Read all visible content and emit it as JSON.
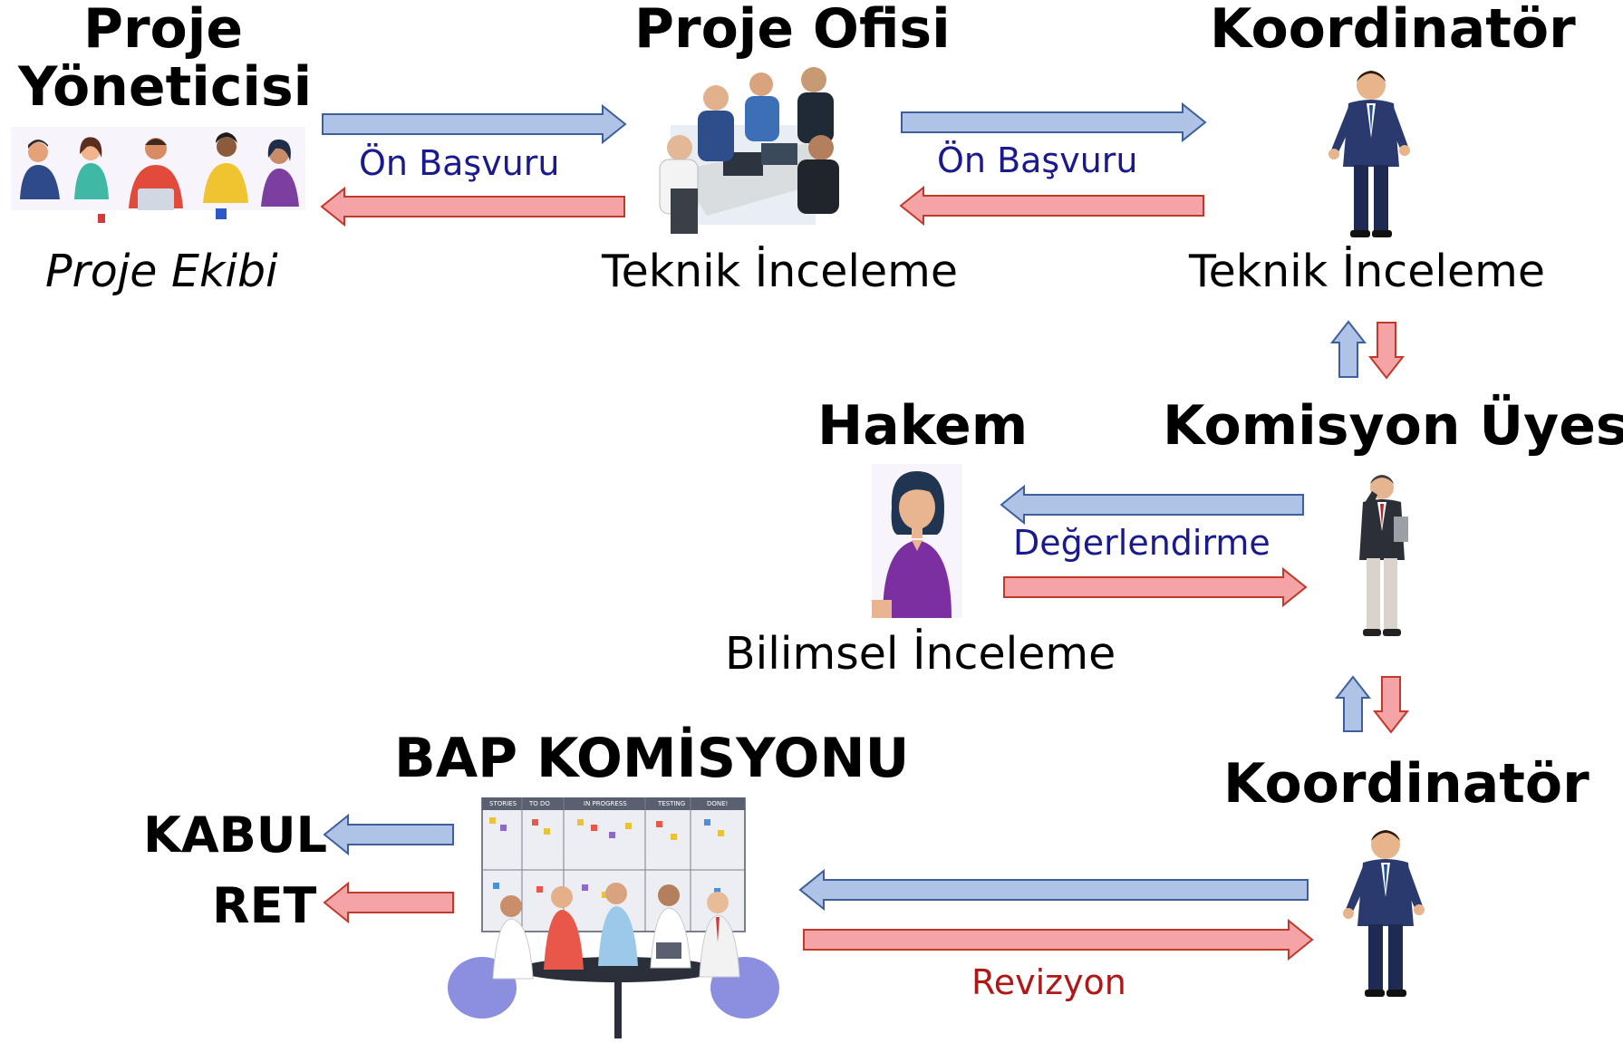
{
  "roles": {
    "proje_yoneticisi": "Proje\nYöneticisi",
    "proje_ofisi": "Proje Ofisi",
    "koordinator_top": "Koordinatör",
    "hakem": "Hakem",
    "komisyon_uyesi": "Komisyon Üyesi",
    "koordinator_bottom": "Koordinatör",
    "bap_komisyonu": "BAP KOMİSYONU",
    "kabul": "KABUL",
    "ret": "RET"
  },
  "captions": {
    "proje_ekibi": "Proje Ekibi",
    "teknik_inceleme_1": "Teknik İnceleme",
    "teknik_inceleme_2": "Teknik İnceleme",
    "bilimsel_inceleme": "Bilimsel İnceleme"
  },
  "arrow_labels": {
    "on_basvuru_1": "Ön Başvuru",
    "on_basvuru_2": "Ön Başvuru",
    "degerlendirme": "Değerlendirme",
    "revizyon": "Revizyon"
  },
  "kanban_columns": [
    "STORIES",
    "TO DO",
    "IN PROGRESS",
    "TESTING",
    "DONE!"
  ],
  "colors": {
    "forward_arrow_fill": "#aec3e6",
    "forward_arrow_stroke": "#3f5f9c",
    "return_arrow_fill": "#f4a3a6",
    "return_arrow_stroke": "#c0392b",
    "label_blue": "#1a1a8c",
    "label_red": "#b01818"
  }
}
